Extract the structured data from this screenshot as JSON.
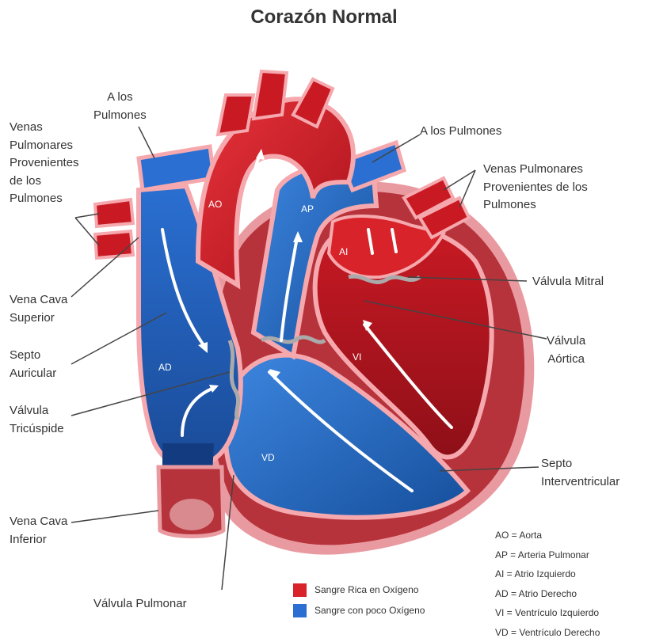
{
  "title": "Corazón Normal",
  "colors": {
    "oxygen_rich": "#d8232a",
    "oxygen_poor": "#2a6fd1",
    "muscle": "#b7333b",
    "pericardium": "#e99aa0",
    "background": "#ffffff"
  },
  "chambers": {
    "ao": "AO",
    "ap": "AP",
    "ai": "AI",
    "ad": "AD",
    "vi": "VI",
    "vd": "VD"
  },
  "labels": {
    "a_los_pulmones_left": [
      "A los",
      "Pulmones"
    ],
    "a_los_pulmones_right": "A los Pulmones",
    "venas_pulmonares_left": [
      "Venas",
      "Pulmonares",
      "Provenientes",
      "de los",
      "Pulmones"
    ],
    "venas_pulmonares_right": [
      "Venas Pulmonares",
      "Provenientes de los",
      "Pulmones"
    ],
    "vena_cava_superior": [
      "Vena Cava",
      "Superior"
    ],
    "septo_auricular": [
      "Septo",
      "Auricular"
    ],
    "valvula_tricuspide": [
      "Válvula",
      "Tricúspide"
    ],
    "vena_cava_inferior": [
      "Vena Cava",
      "Inferior"
    ],
    "valvula_pulmonar": "Válvula Pulmonar",
    "valvula_mitral": "Válvula Mitral",
    "valvula_aortica": [
      "Válvula",
      "Aórtica"
    ],
    "septo_interventricular": [
      "Septo",
      "Interventricular"
    ]
  },
  "legend": [
    {
      "label": "Sangre Rica en Oxígeno",
      "color": "#d8232a"
    },
    {
      "label": "Sangre con poco Oxígeno",
      "color": "#2a6fd1"
    }
  ],
  "abbreviations": [
    "AO = Aorta",
    "AP = Arteria Pulmonar",
    "AI = Atrio Izquierdo",
    "AD = Atrio Derecho",
    "VI = Ventrículo Izquierdo",
    "VD = Ventrículo Derecho"
  ]
}
